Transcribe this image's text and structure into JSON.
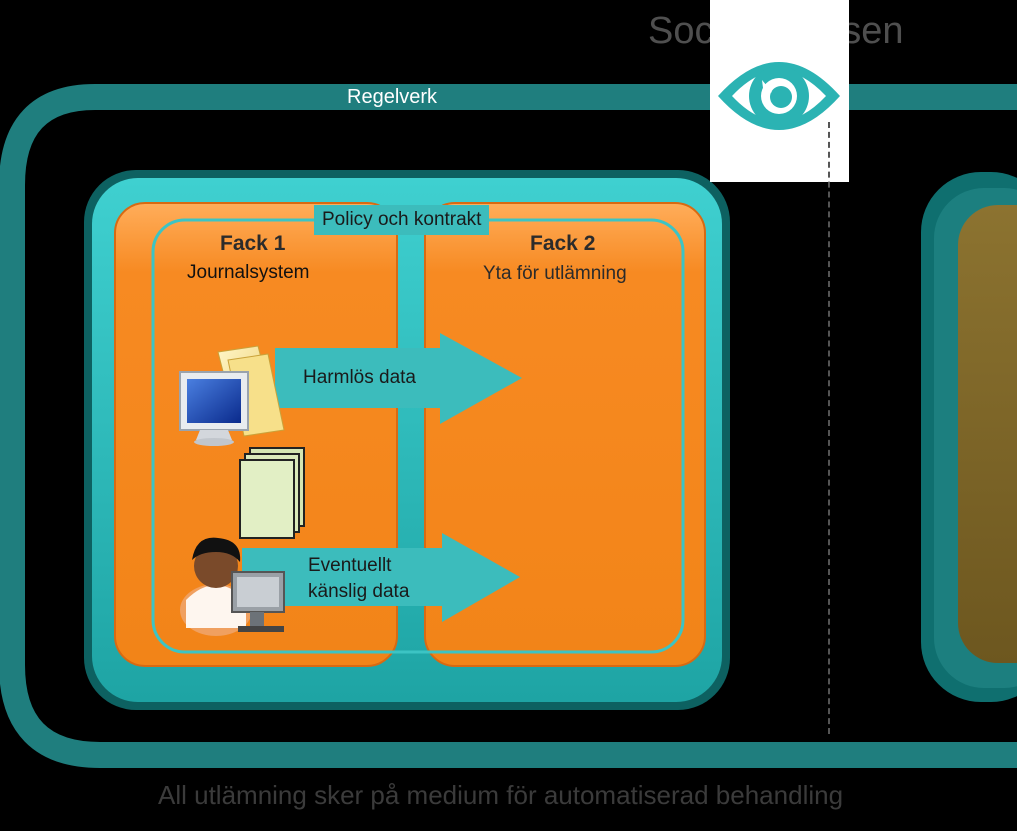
{
  "diagram": {
    "authority_name": "Socialstyrelsen",
    "outer_frame_label": "Regelverk",
    "policy_label": "Policy och kontrakt",
    "compartments": [
      {
        "title": "Fack 1",
        "subtitle": "Journalsystem"
      },
      {
        "title": "Fack 2",
        "subtitle": "Yta för utlämning"
      }
    ],
    "flows": [
      {
        "label": "Harmlös data"
      },
      {
        "label_line1": "Eventuellt",
        "label_line2": "känslig data"
      }
    ],
    "footer": "All utlämning sker på medium för automatiserad behandling"
  },
  "icons": {
    "authority": "eye-icon",
    "system": "computer-monitor-icon",
    "documents": "document-stack-icon",
    "user": "user-at-computer-icon"
  },
  "colors": {
    "background": "#000000",
    "frame_teal": "#1f7e7e",
    "box_teal": "#2eb6b6",
    "compartment_orange": "#f68a22",
    "arrow_teal": "#3cbcbc",
    "dimmed_compartment": "#7a6326"
  }
}
